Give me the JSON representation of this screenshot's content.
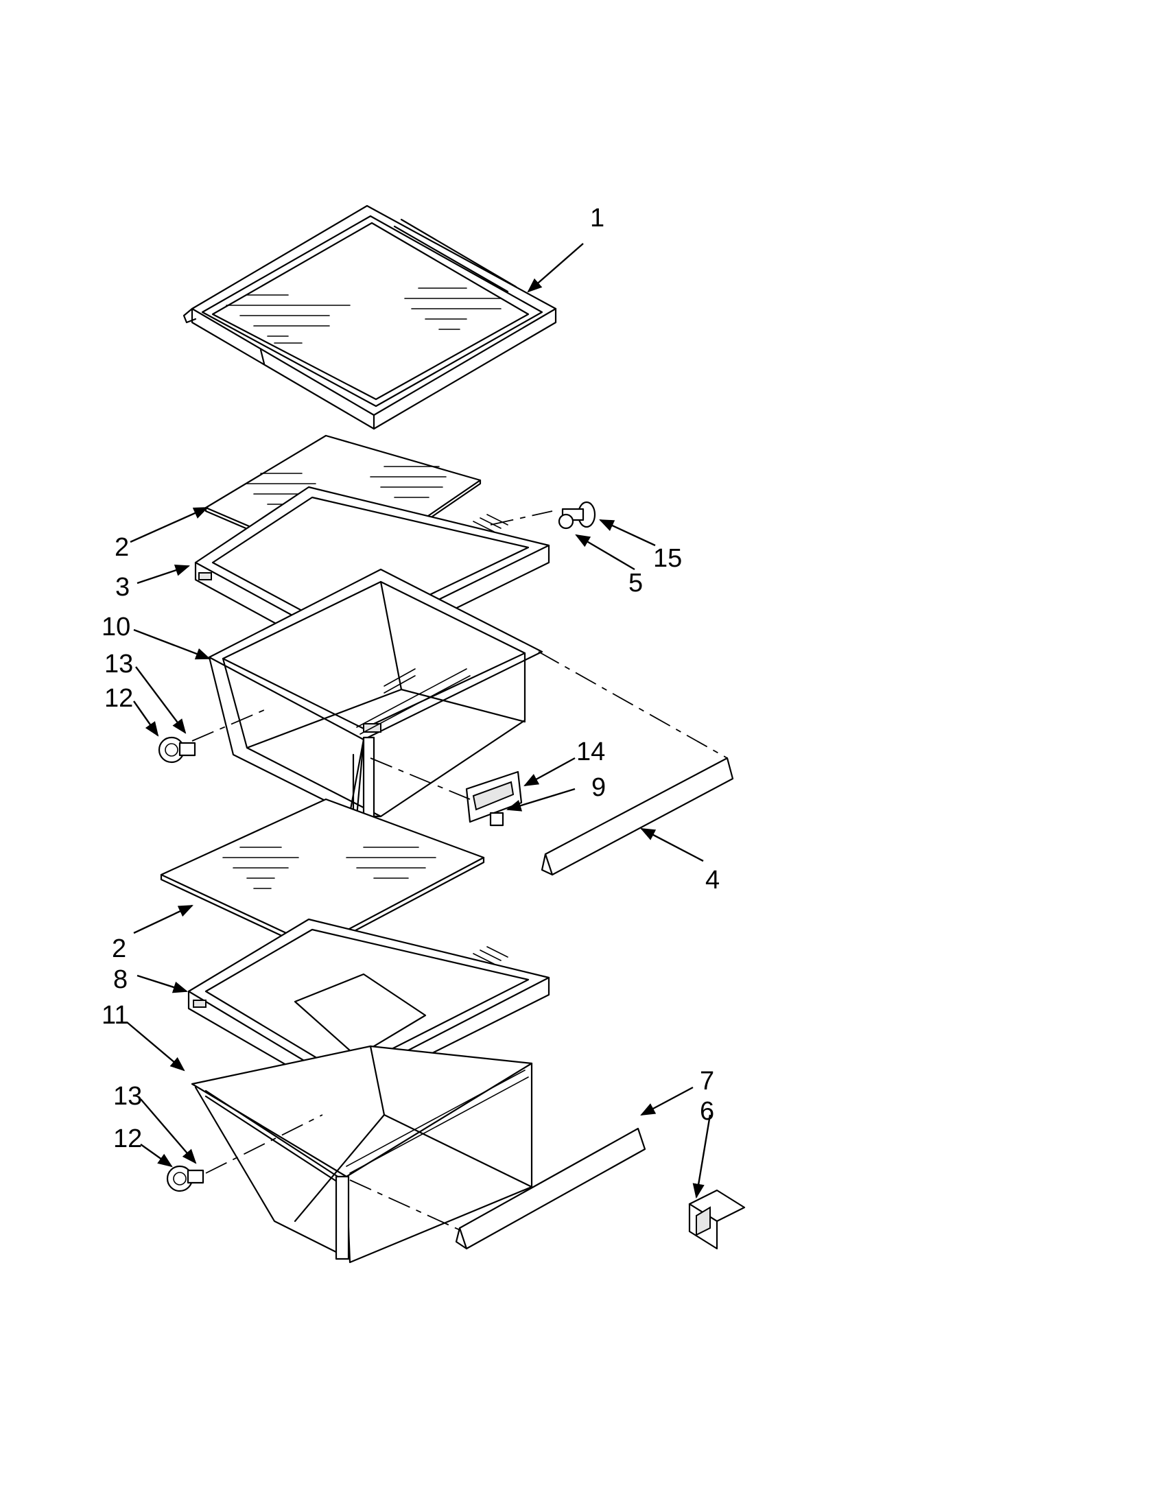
{
  "callouts": [
    {
      "id": "c1",
      "label": "1"
    },
    {
      "id": "c2a",
      "label": "2"
    },
    {
      "id": "c3",
      "label": "3"
    },
    {
      "id": "c15",
      "label": "15"
    },
    {
      "id": "c5",
      "label": "5"
    },
    {
      "id": "c10",
      "label": "10"
    },
    {
      "id": "c13a",
      "label": "13"
    },
    {
      "id": "c12a",
      "label": "12"
    },
    {
      "id": "c14",
      "label": "14"
    },
    {
      "id": "c9",
      "label": "9"
    },
    {
      "id": "c4",
      "label": "4"
    },
    {
      "id": "c2b",
      "label": "2"
    },
    {
      "id": "c8",
      "label": "8"
    },
    {
      "id": "c11",
      "label": "11"
    },
    {
      "id": "c7",
      "label": "7"
    },
    {
      "id": "c6",
      "label": "6"
    },
    {
      "id": "c13b",
      "label": "13"
    },
    {
      "id": "c12b",
      "label": "12"
    }
  ]
}
